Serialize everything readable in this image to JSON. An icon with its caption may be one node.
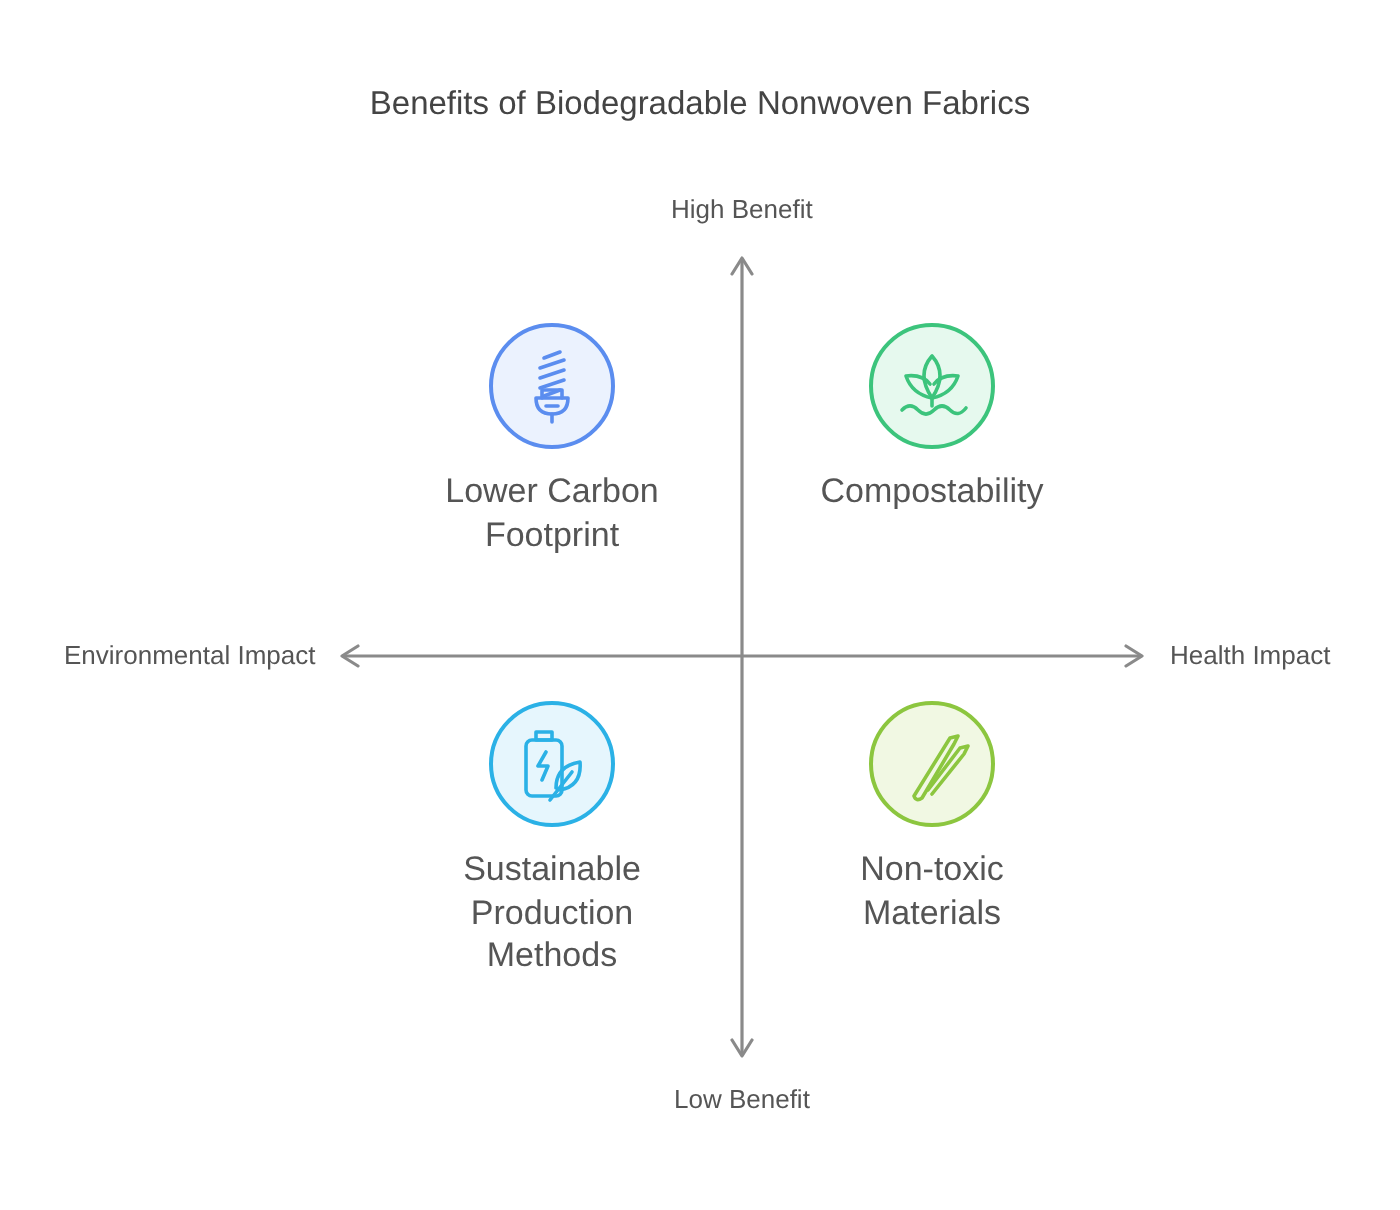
{
  "diagram": {
    "title": "Benefits of Biodegradable Nonwoven Fabrics",
    "nodes": [
      {
        "text": [
          "Lower Carbon Footprint"
        ]
      },
      {
        "text": [
          "Compostability"
        ]
      },
      {
        "text": [
          "Sustainable Production Methods"
        ]
      },
      {
        "text": [
          "Non-toxic Materials"
        ]
      }
    ],
    "labels": [
      "High Benefit",
      "Environmental Impact",
      "Health Impact",
      "Low Benefit"
    ]
  }
}
